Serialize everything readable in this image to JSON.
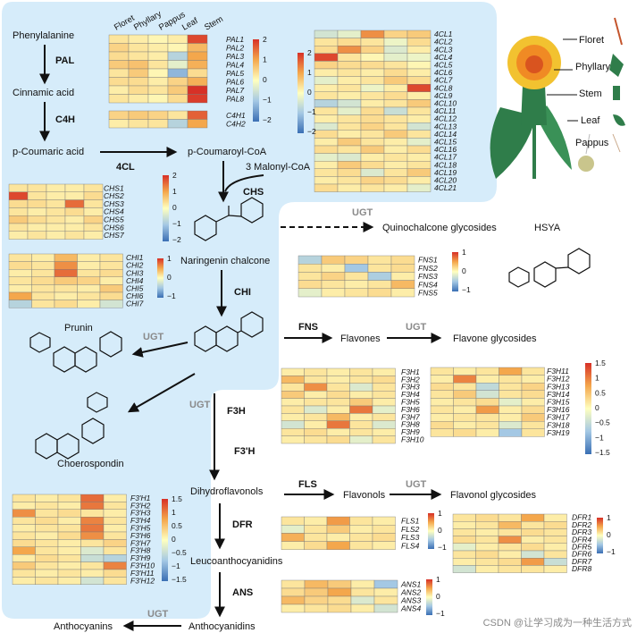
{
  "heatmap_columns": [
    "Floret",
    "Phyllary",
    "Pappus",
    "Leaf",
    "Stem"
  ],
  "compounds": {
    "phenylalanine": "Phenylalanine",
    "cinnamic": "Cinnamic acid",
    "coumaric": "p-Coumaric acid",
    "coumaroyl": "p-Coumaroyl-CoA",
    "malonyl": "3 Malonyl-CoA",
    "naringenin_chalcone": "Naringenin chalcone",
    "quinochalcone": "Quinochalcone glycosides",
    "hsya": "HSYA",
    "prunin": "Prunin",
    "choerospondin": "Choerospondin",
    "flavones": "Flavones",
    "flavone_glyc": "Flavone glycosides",
    "dihydroflavonols": "Dihydroflavonols",
    "flavonols": "Flavonols",
    "flavonol_glyc": "Flavonol glycosides",
    "leuco": "Leucoanthocyanidins",
    "anthocyanidins": "Anthocyanidins",
    "anthocyanins": "Anthocyanins"
  },
  "enzymes": {
    "pal": "PAL",
    "c4h": "C4H",
    "cl4": "4CL",
    "chs": "CHS",
    "chi": "CHI",
    "fns": "FNS",
    "f3h": "F3H",
    "f3ph": "F3'H",
    "fls": "FLS",
    "dfr": "DFR",
    "ans": "ANS",
    "ugt": "UGT"
  },
  "plant_labels": {
    "floret": "Floret",
    "phyllary": "Phyllary",
    "stem": "Stem",
    "leaf": "Leaf",
    "pappus": "Pappus"
  },
  "colorbars": {
    "cb_a": [
      "2",
      "1",
      "0",
      "−1",
      "−2"
    ],
    "cb_b": [
      "2",
      "1",
      "0",
      "−1",
      "−2"
    ],
    "cb_c": [
      "2",
      "1",
      "0",
      "−1",
      "−2"
    ],
    "cb_d": [
      "1",
      "0",
      "−1"
    ],
    "cb_e": [
      "1",
      "0",
      "−1"
    ],
    "cb_f": [
      "1.5",
      "1",
      "0.5",
      "0",
      "−0.5",
      "−1",
      "−1.5"
    ],
    "cb_g": [
      "1.5",
      "1",
      "0.5",
      "0",
      "−0.5",
      "−1",
      "−1.5"
    ],
    "cb_h": [
      "1",
      "0",
      "−1"
    ],
    "cb_i": [
      "1",
      "0",
      "−1"
    ],
    "cb_j": [
      "1",
      "0",
      "−1"
    ]
  },
  "watermark": "CSDN @让学习成为一种生活方式",
  "chart_data": [
    {
      "type": "heatmap",
      "id": "pal",
      "genes": [
        "PAL1",
        "PAL2",
        "PAL3",
        "PAL4",
        "PAL5",
        "PAL6",
        "PAL7",
        "PAL8"
      ],
      "values": [
        [
          0.3,
          0.2,
          0.1,
          0.2,
          1.8
        ],
        [
          0.5,
          0.3,
          0.2,
          0.1,
          0.8
        ],
        [
          0.4,
          0.3,
          0.2,
          -0.8,
          1.0
        ],
        [
          0.6,
          0.7,
          0.3,
          -0.3,
          0.9
        ],
        [
          0.3,
          0.6,
          0.1,
          -1.2,
          0.4
        ],
        [
          0.4,
          0.4,
          0.2,
          0.5,
          0.9
        ],
        [
          0.2,
          0.4,
          0.3,
          0.6,
          2.0
        ],
        [
          0.3,
          0.2,
          0.1,
          0.4,
          1.9
        ]
      ]
    },
    {
      "type": "heatmap",
      "id": "c4h",
      "genes": [
        "C4H1",
        "C4H2"
      ],
      "values": [
        [
          0.5,
          0.6,
          0.5,
          0.3,
          1.6
        ],
        [
          0.2,
          0.3,
          0.3,
          -0.8,
          1.0
        ]
      ]
    },
    {
      "type": "heatmap",
      "id": "cl4",
      "genes": [
        "4CL1",
        "4CL2",
        "4CL3",
        "4CL4",
        "4CL5",
        "4CL6",
        "4CL7",
        "4CL8",
        "4CL9",
        "4CL10",
        "4CL11",
        "4CL12",
        "4CL13",
        "4CL14",
        "4CL15",
        "4CL16",
        "4CL17",
        "4CL18",
        "4CL19",
        "4CL20",
        "4CL21"
      ],
      "values": [
        [
          -0.5,
          -0.3,
          1.2,
          0.5,
          0.6
        ],
        [
          0.3,
          0.4,
          0.3,
          -0.2,
          0.4
        ],
        [
          0.4,
          1.2,
          0.5,
          -0.4,
          0.2
        ],
        [
          1.8,
          0.3,
          0.1,
          -0.3,
          -0.2
        ],
        [
          0.5,
          0.4,
          0.4,
          0.3,
          0.1
        ],
        [
          0.2,
          0.3,
          0.2,
          0.4,
          0.2
        ],
        [
          -0.3,
          0.2,
          0.3,
          0.6,
          0.4
        ],
        [
          0.2,
          0.3,
          -0.2,
          0.2,
          1.8
        ],
        [
          0.3,
          0.2,
          0.3,
          0.4,
          0.2
        ],
        [
          -0.8,
          -0.5,
          0.2,
          0.3,
          0.6
        ],
        [
          0.3,
          -0.3,
          0.4,
          -0.6,
          0.3
        ],
        [
          0.2,
          0.3,
          0.4,
          0.3,
          0.2
        ],
        [
          -0.4,
          0.3,
          0.5,
          0.3,
          -0.5
        ],
        [
          0.4,
          0.2,
          0.3,
          0.6,
          0.3
        ],
        [
          0.2,
          0.6,
          0.3,
          0.2,
          -0.3
        ],
        [
          0.4,
          0.3,
          0.6,
          0.2,
          0.4
        ],
        [
          -0.3,
          -0.4,
          0.2,
          0.3,
          0.2
        ],
        [
          0.2,
          0.6,
          0.4,
          0.2,
          0.3
        ],
        [
          0.3,
          0.4,
          -0.4,
          0.3,
          0.6
        ],
        [
          0.2,
          0.3,
          0.5,
          0.4,
          0.2
        ],
        [
          0.4,
          0.2,
          0.3,
          0.2,
          -0.3
        ]
      ]
    },
    {
      "type": "heatmap",
      "id": "chs",
      "genes": [
        "CHS1",
        "CHS2",
        "CHS3",
        "CHS4",
        "CHS5",
        "CHS6",
        "CHS7"
      ],
      "values": [
        [
          0.3,
          0.3,
          0.2,
          0.2,
          0.3
        ],
        [
          1.8,
          0.3,
          0.2,
          0.2,
          0.4
        ],
        [
          0.4,
          0.4,
          0.3,
          1.5,
          0.3
        ],
        [
          0.3,
          0.2,
          0.3,
          0.4,
          0.2
        ],
        [
          0.6,
          0.4,
          0.3,
          0.2,
          0.5
        ],
        [
          0.3,
          0.2,
          0.2,
          0.2,
          0.3
        ],
        [
          0.2,
          0.3,
          0.2,
          0.3,
          0.2
        ]
      ]
    },
    {
      "type": "heatmap",
      "id": "chi",
      "genes": [
        "CHI1",
        "CHI2",
        "CHI3",
        "CHI4",
        "CHI5",
        "CHI6",
        "CHI7"
      ],
      "values": [
        [
          0.3,
          0.2,
          0.8,
          0.2,
          0.3
        ],
        [
          0.4,
          0.3,
          1.2,
          0.2,
          0.3
        ],
        [
          0.2,
          0.3,
          1.5,
          0.3,
          0.4
        ],
        [
          0.3,
          0.4,
          0.6,
          0.5,
          0.2
        ],
        [
          0.2,
          0.3,
          0.3,
          0.2,
          0.6
        ],
        [
          1.0,
          0.3,
          0.2,
          0.3,
          0.4
        ],
        [
          -0.8,
          0.3,
          0.4,
          0.2,
          -0.5
        ]
      ]
    },
    {
      "type": "heatmap",
      "id": "fns",
      "genes": [
        "FNS1",
        "FNS2",
        "FNS3",
        "FNS4",
        "FNS5"
      ],
      "values": [
        [
          -0.8,
          0.6,
          0.5,
          0.3,
          0.4
        ],
        [
          0.3,
          0.2,
          -1.0,
          0.3,
          0.4
        ],
        [
          0.3,
          0.5,
          0.3,
          -0.9,
          0.2
        ],
        [
          0.4,
          0.3,
          0.2,
          0.3,
          0.8
        ],
        [
          -0.3,
          0.2,
          0.3,
          0.4,
          0.2
        ]
      ]
    },
    {
      "type": "heatmap",
      "id": "f3h_mid",
      "genes": [
        "F3H1",
        "F3H2",
        "F3H3",
        "F3H4",
        "F3H5",
        "F3H6",
        "F3H7",
        "F3H8",
        "F3H9",
        "F3H10"
      ],
      "values": [
        [
          0.2,
          0.3,
          0.2,
          0.3,
          0.2
        ],
        [
          0.8,
          0.3,
          0.2,
          0.3,
          0.4
        ],
        [
          0.3,
          1.2,
          0.3,
          -0.4,
          0.3
        ],
        [
          0.6,
          0.2,
          0.4,
          0.2,
          0.3
        ],
        [
          0.2,
          0.3,
          0.3,
          0.6,
          0.2
        ],
        [
          0.3,
          -0.4,
          0.2,
          1.4,
          -0.3
        ],
        [
          0.2,
          0.3,
          0.8,
          0.2,
          0.3
        ],
        [
          -0.5,
          0.2,
          1.4,
          0.3,
          -0.4
        ],
        [
          0.3,
          0.4,
          0.2,
          0.3,
          0.2
        ],
        [
          0.2,
          0.3,
          0.4,
          -0.3,
          0.3
        ]
      ]
    },
    {
      "type": "heatmap",
      "id": "f3h_right",
      "genes": [
        "F3H11",
        "F3H12",
        "F3H13",
        "F3H14",
        "F3H15",
        "F3H16",
        "F3H17",
        "F3H18",
        "F3H19"
      ],
      "values": [
        [
          0.3,
          0.2,
          0.3,
          1.0,
          0.3
        ],
        [
          0.2,
          1.3,
          0.2,
          0.3,
          0.2
        ],
        [
          0.4,
          0.3,
          -0.7,
          0.3,
          0.5
        ],
        [
          0.3,
          0.6,
          -0.5,
          0.3,
          0.4
        ],
        [
          0.2,
          0.3,
          0.4,
          -0.3,
          0.2
        ],
        [
          0.3,
          0.2,
          1.1,
          0.2,
          0.4
        ],
        [
          0.2,
          0.3,
          0.3,
          0.2,
          0.6
        ],
        [
          0.4,
          0.2,
          0.3,
          -0.4,
          0.3
        ],
        [
          0.3,
          0.4,
          0.2,
          -1.0,
          0.3
        ]
      ]
    },
    {
      "type": "heatmap",
      "id": "f3ph",
      "genes": [
        "F3'H1",
        "F3'H2",
        "F3'H3",
        "F3'H4",
        "F3'H5",
        "F3'H6",
        "F3'H7",
        "F3'H8",
        "F3'H9",
        "F3'H10",
        "F3'H11",
        "F3'H12"
      ],
      "values": [
        [
          0.3,
          0.2,
          0.3,
          1.5,
          0.2
        ],
        [
          0.2,
          0.3,
          0.2,
          1.4,
          0.3
        ],
        [
          1.2,
          0.3,
          0.4,
          0.3,
          0.2
        ],
        [
          0.3,
          0.4,
          0.2,
          1.3,
          0.3
        ],
        [
          0.2,
          0.3,
          0.3,
          1.4,
          0.2
        ],
        [
          0.3,
          0.2,
          0.4,
          1.2,
          0.3
        ],
        [
          0.4,
          0.3,
          0.2,
          0.3,
          0.5
        ],
        [
          1.0,
          0.3,
          0.2,
          -0.4,
          0.3
        ],
        [
          0.2,
          0.4,
          0.3,
          -0.6,
          -0.8
        ],
        [
          0.6,
          0.3,
          0.2,
          0.3,
          1.3
        ],
        [
          0.3,
          0.2,
          0.3,
          0.2,
          0.4
        ],
        [
          0.2,
          0.3,
          0.2,
          -0.5,
          0.3
        ]
      ]
    },
    {
      "type": "heatmap",
      "id": "fls",
      "genes": [
        "FLS1",
        "FLS2",
        "FLS3",
        "FLS4"
      ],
      "values": [
        [
          0.3,
          0.2,
          1.1,
          0.3,
          0.2
        ],
        [
          -0.3,
          0.3,
          0.6,
          0.2,
          0.3
        ],
        [
          0.9,
          0.3,
          0.2,
          0.3,
          0.4
        ],
        [
          0.2,
          0.4,
          1.0,
          0.3,
          0.2
        ]
      ]
    },
    {
      "type": "heatmap",
      "id": "dfr",
      "genes": [
        "DFR1",
        "DFR2",
        "DFR3",
        "DFR4",
        "DFR5",
        "DFR6",
        "DFR7",
        "DFR8"
      ],
      "values": [
        [
          0.3,
          0.4,
          0.3,
          1.0,
          0.2
        ],
        [
          0.2,
          0.3,
          0.8,
          0.3,
          0.4
        ],
        [
          0.3,
          0.2,
          0.3,
          0.4,
          0.3
        ],
        [
          0.4,
          0.3,
          1.2,
          0.2,
          0.3
        ],
        [
          -0.3,
          0.2,
          0.3,
          0.4,
          0.2
        ],
        [
          0.3,
          0.4,
          0.2,
          -0.5,
          0.3
        ],
        [
          0.2,
          0.3,
          0.4,
          1.1,
          -0.6
        ],
        [
          -0.5,
          0.2,
          0.3,
          0.3,
          0.2
        ]
      ]
    },
    {
      "type": "heatmap",
      "id": "ans",
      "genes": [
        "ANS1",
        "ANS2",
        "ANS3",
        "ANS4"
      ],
      "values": [
        [
          0.3,
          0.8,
          0.6,
          0.2,
          -1.0
        ],
        [
          0.4,
          0.6,
          1.0,
          0.3,
          0.2
        ],
        [
          0.8,
          0.5,
          0.4,
          -0.4,
          0.3
        ],
        [
          0.2,
          0.3,
          0.4,
          0.2,
          -0.5
        ]
      ]
    }
  ]
}
